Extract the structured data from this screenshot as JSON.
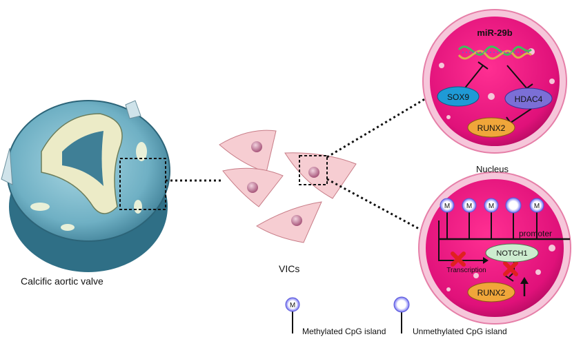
{
  "labels": {
    "valve": "Calcific aortic valve",
    "vics": "VICs",
    "nucleus": "Nucleus"
  },
  "nucleus_top": {
    "mirna": "miR-29b",
    "sox9": "SOX9",
    "hdac4": "HDAC4",
    "runx2": "RUNX2"
  },
  "nucleus_bottom": {
    "methyl_marks": [
      "M",
      "M",
      "M",
      "",
      "M"
    ],
    "promoter": "promoter",
    "transcription": "Transcription",
    "notch1": "NOTCH1",
    "runx2": "RUNX2"
  },
  "legend": {
    "methylated_mark": "M",
    "methylated": "Methylated CpG island",
    "unmethylated": "Unmethylated CpG island"
  },
  "colors": {
    "nucleus_fill": "#e8127a",
    "membrane": "#f4b6cf",
    "valve": "#5b9fb5",
    "sox9": "#1f9ad6",
    "hdac4": "#7b6fd6",
    "runx2": "#f0a63a",
    "notch1": "#cdeccf",
    "inhibit_cross": "#e02020"
  }
}
